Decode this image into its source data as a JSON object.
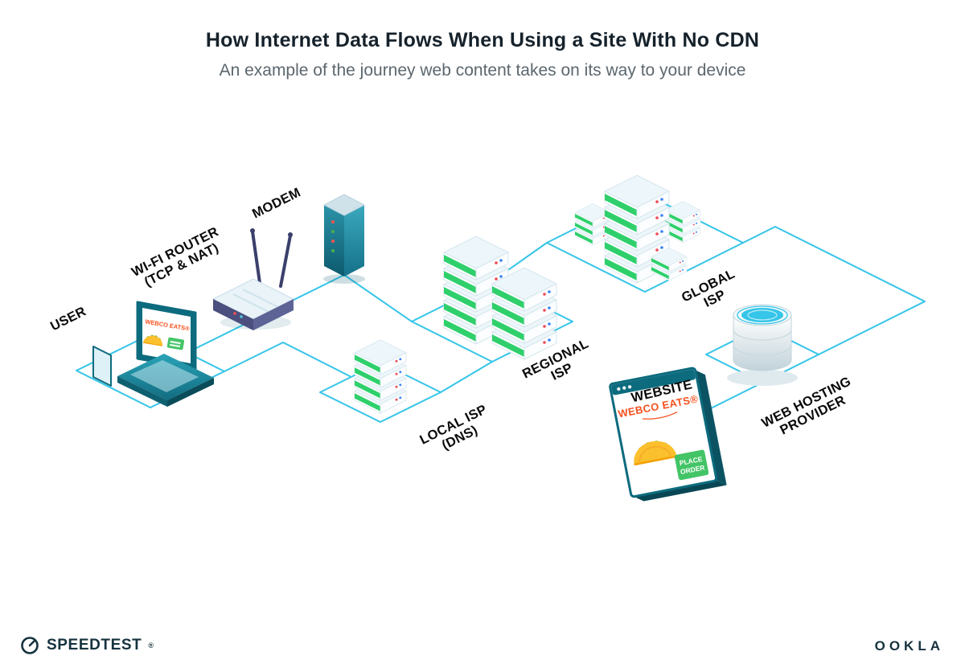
{
  "title": "How Internet Data Flows When Using a Site With No CDN",
  "subtitle": "An example of the journey web content takes on its way to your device",
  "colors": {
    "line": "#35c5e8",
    "teal": "#0d6b7e",
    "green": "#2fd06c",
    "orange": "#f4511e"
  },
  "nodes": {
    "user": {
      "label": "USER"
    },
    "router": {
      "label_line1": "WI-FI ROUTER",
      "label_line2": "(TCP & NAT)"
    },
    "modem": {
      "label": "MODEM"
    },
    "local_isp": {
      "label_line1": "LOCAL ISP",
      "label_line2": "(DNS)"
    },
    "regional_isp": {
      "label_line1": "REGIONAL",
      "label_line2": "ISP"
    },
    "global_isp": {
      "label_line1": "GLOBAL",
      "label_line2": "ISP"
    },
    "website": {
      "label": "WEBSITE",
      "brand": "WEBCO EATS®",
      "order_button_line1": "PLACE",
      "order_button_line2": "ORDER"
    },
    "web_hosting": {
      "label_line1": "WEB HOSTING",
      "label_line2": "PROVIDER"
    }
  },
  "footer": {
    "speedtest": "SPEEDTEST",
    "speedtest_mark": "®",
    "ookla": "OOKLA"
  }
}
